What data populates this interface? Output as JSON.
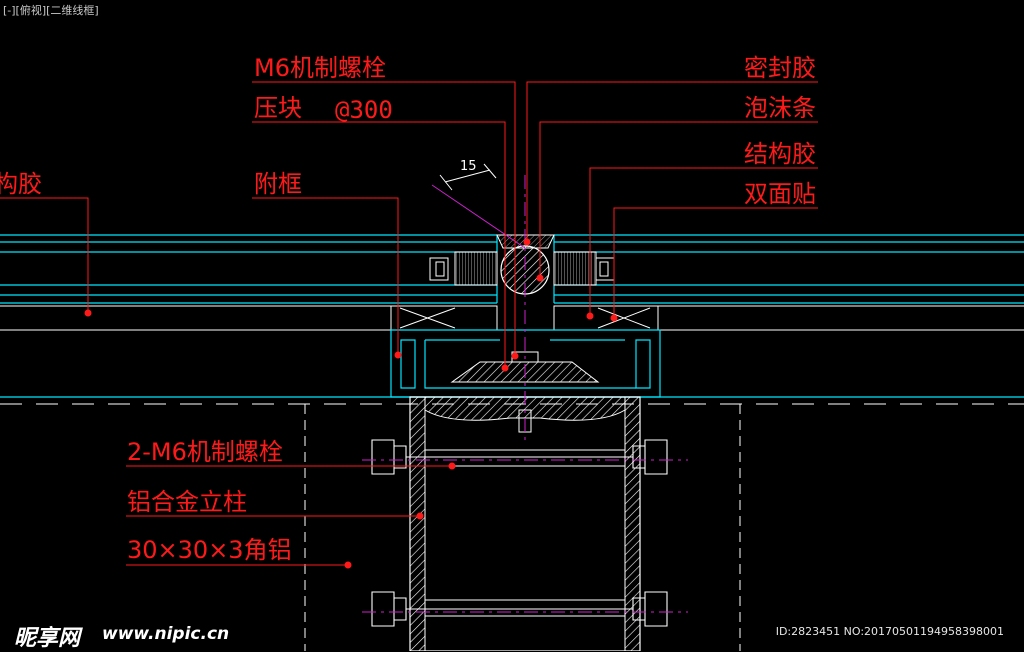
{
  "viewport": {
    "label": "[-][俯视][二维线框]"
  },
  "callouts": {
    "m6_bolt": "M6机制螺栓",
    "pressure_block": "压块",
    "spacing": "@300",
    "structural_glue_left": "结构胶",
    "sub_frame": "附框",
    "sealant": "密封胶",
    "foam_strip": "泡沫条",
    "structural_glue_right": "结构胶",
    "double_sided_tape": "双面贴",
    "two_m6_bolt": "2-M6机制螺栓",
    "aluminum_mullion": "铝合金立柱",
    "angle_aluminum": "30×30×3角铝"
  },
  "dimension": {
    "value": "15"
  },
  "watermark": {
    "logo": "昵享网",
    "url": "www.nipic.cn",
    "id": "ID:2823451 NO:20170501194958398001"
  },
  "colors": {
    "background": "#000000",
    "callout": "#ff1a1a",
    "glass": "#00e5ff",
    "profile": "#ffffff",
    "centerline": "#cc22cc"
  }
}
